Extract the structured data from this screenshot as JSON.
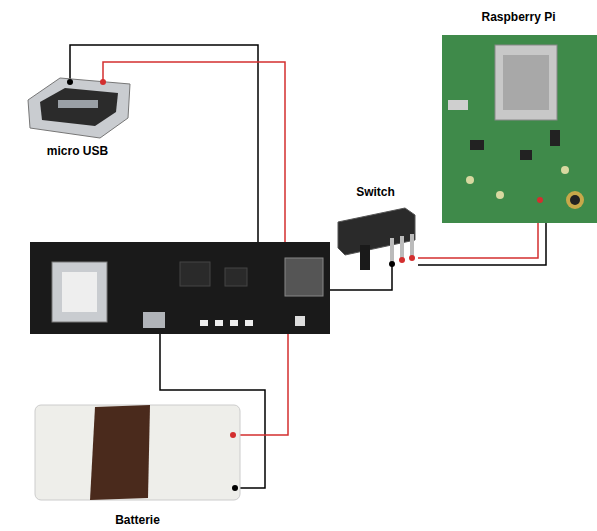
{
  "diagram": {
    "nodes": [
      {
        "text": [
          "Raspberry Pi"
        ]
      },
      {
        "text": [
          "micro USB"
        ]
      },
      {
        "text": [
          "Switch"
        ]
      },
      {
        "text": [
          "Batterie"
        ]
      }
    ],
    "edges": [
      {
        "from": 2,
        "to": 0,
        "arrow": "none"
      },
      {
        "from": 2,
        "to": 0,
        "arrow": "none"
      }
    ]
  }
}
